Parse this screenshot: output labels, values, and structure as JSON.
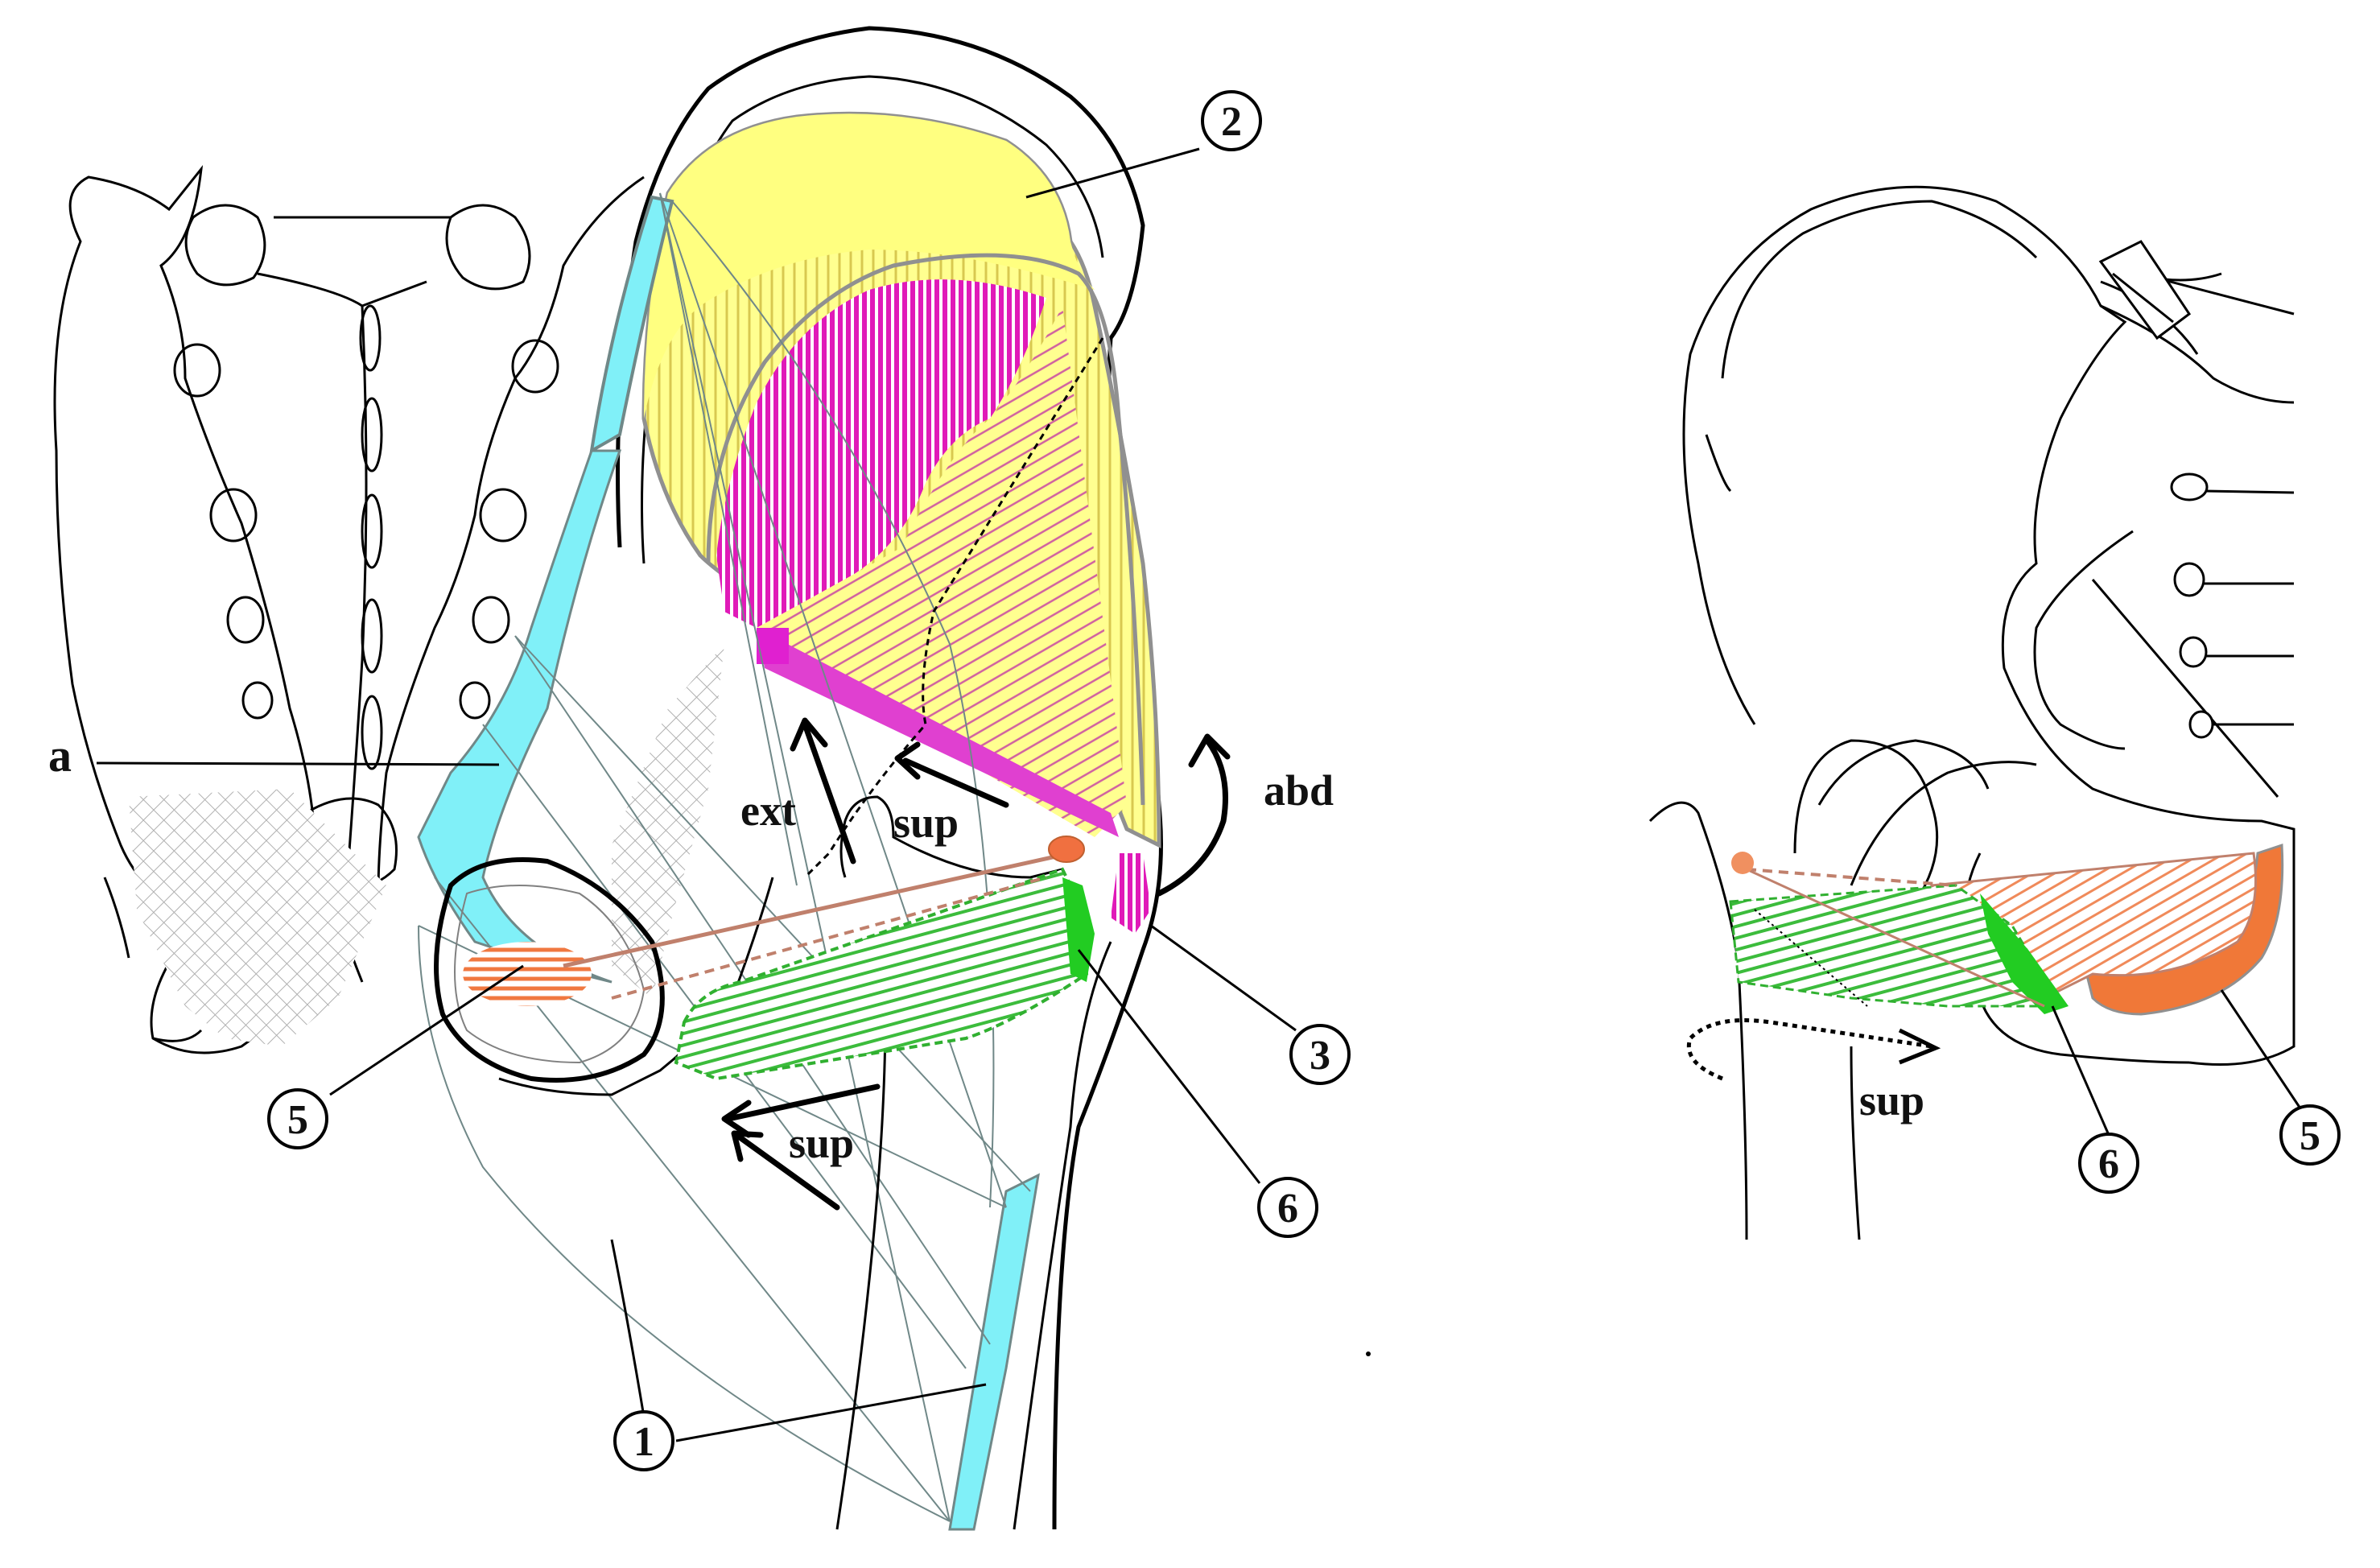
{
  "labels": {
    "num_1": "1",
    "num_2": "2",
    "num_3": "3",
    "num_5_left": "5",
    "num_6_left": "6",
    "num_5_right": "5",
    "num_6_right": "6",
    "a": "a",
    "ext": "ext",
    "sup_upper": "sup",
    "sup_lower": "sup",
    "abd": "abd",
    "sup_right": "sup"
  },
  "colors": {
    "yellow_muscle": "#ffff80",
    "magenta_muscle": "#e020c0",
    "cyan_band": "#80f0f8",
    "green_muscle": "#30c030",
    "orange_muscle": "#f08040",
    "bone_outline": "#000000",
    "grey_outline": "#8aa0a0"
  }
}
